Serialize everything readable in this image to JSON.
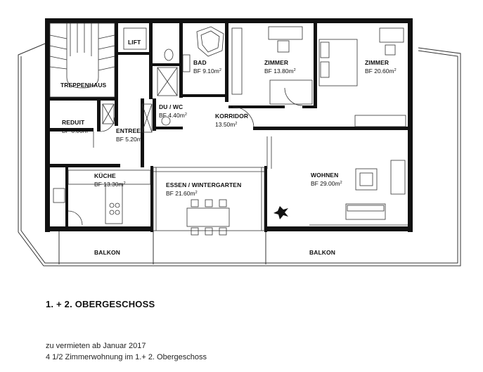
{
  "rooms": [
    {
      "key": "treppenhaus",
      "label": "TREPPENHAUS",
      "area": ""
    },
    {
      "key": "lift",
      "label": "LIFT",
      "area": ""
    },
    {
      "key": "bad",
      "label": "BAD",
      "area": "BF 9.10m",
      "unit_sup": "2"
    },
    {
      "key": "zimmer1",
      "label": "ZIMMER",
      "area": "BF 13.80m",
      "unit_sup": "2"
    },
    {
      "key": "zimmer2",
      "label": "ZIMMER",
      "area": "BF 20.60m",
      "unit_sup": "2"
    },
    {
      "key": "duwc",
      "label": "DU / WC",
      "area": "BF 4.40m",
      "unit_sup": "2"
    },
    {
      "key": "korridor",
      "label": "KORRIDOR",
      "area": "13.50m",
      "unit_sup": "2"
    },
    {
      "key": "reduit",
      "label": "REDUIT",
      "area": "BF 6.00m",
      "unit_sup": "2"
    },
    {
      "key": "entree",
      "label": "ENTREE",
      "area": "BF 5.20m",
      "unit_sup": "2"
    },
    {
      "key": "kueche",
      "label": "KÜCHE",
      "area": "BF 13.30m",
      "unit_sup": "2"
    },
    {
      "key": "essen",
      "label": "ESSEN / WINTERGARTEN",
      "area": "BF 21.60m",
      "unit_sup": "2"
    },
    {
      "key": "wohnen",
      "label": "WOHNEN",
      "area": "BF 29.00m",
      "unit_sup": "2"
    },
    {
      "key": "balkon1",
      "label": "BALKON",
      "area": ""
    },
    {
      "key": "balkon2",
      "label": "BALKON",
      "area": ""
    }
  ],
  "floor_title": "1. + 2. OBERGESCHOSS",
  "captions": [
    "zu vermieten ab Januar 2017",
    "4 1/2 Zimmerwohnung im 1.+ 2. Obergeschoss"
  ],
  "colors": {
    "wall": "#111111",
    "line": "#333333",
    "background": "#ffffff"
  }
}
